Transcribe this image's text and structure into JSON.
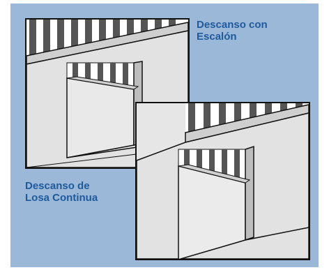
{
  "labels": {
    "top": "Descanso con\nEscalón",
    "bottom": "Descanso de\nLosa Continua"
  },
  "colors": {
    "background_panel": "#9bb8d8",
    "label_text": "#1f5a9c",
    "wall_light": "#e4e4e4",
    "wall_mid": "#d4d4d4",
    "stud_dark": "#5a5a5a",
    "outline": "#111111"
  },
  "illustrations": [
    {
      "id": "stepped-landing",
      "caption_ref": "labels.top"
    },
    {
      "id": "continuous-slab-landing",
      "caption_ref": "labels.bottom"
    }
  ]
}
